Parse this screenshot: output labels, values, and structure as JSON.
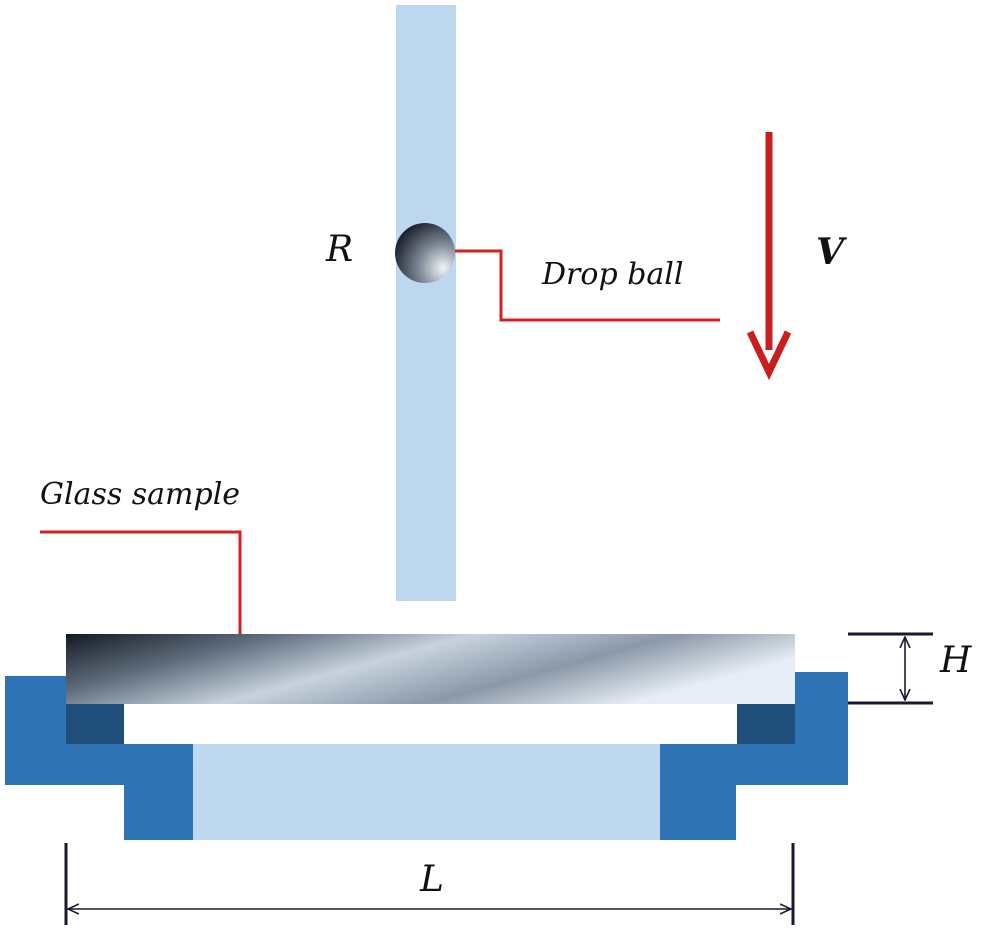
{
  "labels": {
    "ball_radius": "R",
    "drop_ball": "Drop ball",
    "velocity": "V",
    "glass_sample": "Glass sample",
    "thickness": "H",
    "span": "L"
  },
  "colors": {
    "guide_tube": "#bdd8ee",
    "support_dark": "#1f4e7a",
    "support_mid": "#2e74b5",
    "support_light": "#bdd8ee",
    "leader_line": "#d42020",
    "velocity_arrow": "#c81e1e",
    "dimension_line": "#1a1a2e"
  }
}
